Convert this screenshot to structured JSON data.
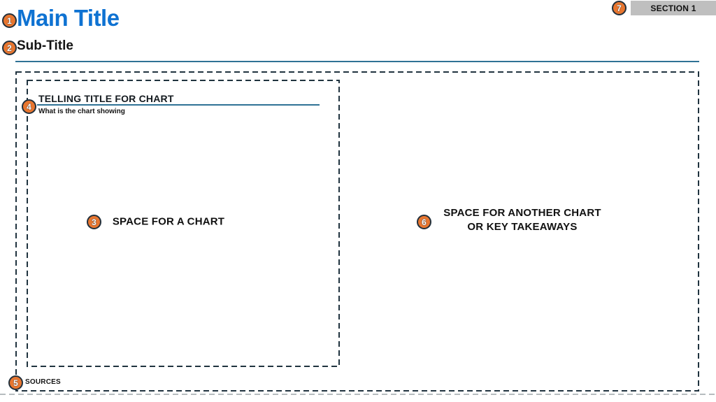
{
  "header": {
    "main_title": "Main Title",
    "sub_title": "Sub-Title",
    "section_label": "SECTION 1"
  },
  "chart_panel": {
    "title": "TELLING TITLE FOR CHART",
    "subtitle": "What is the chart showing",
    "placeholder": "SPACE FOR A CHART"
  },
  "right_panel": {
    "placeholder_line1": "SPACE FOR ANOTHER CHART",
    "placeholder_line2": "OR KEY TAKEAWAYS"
  },
  "footer": {
    "sources_label": "SOURCES"
  },
  "markers": {
    "m1": "1",
    "m2": "2",
    "m3": "3",
    "m4": "4",
    "m5": "5",
    "m6": "6",
    "m7": "7"
  },
  "colors": {
    "title_blue": "#0E72D2",
    "rule_blue": "#2F7295",
    "dash_navy": "#20333F",
    "marker_orange": "#E8762F",
    "marker_border": "#22303C",
    "section_gray": "#BFBFBF",
    "slide_edge_gray": "#B6BCBF"
  }
}
